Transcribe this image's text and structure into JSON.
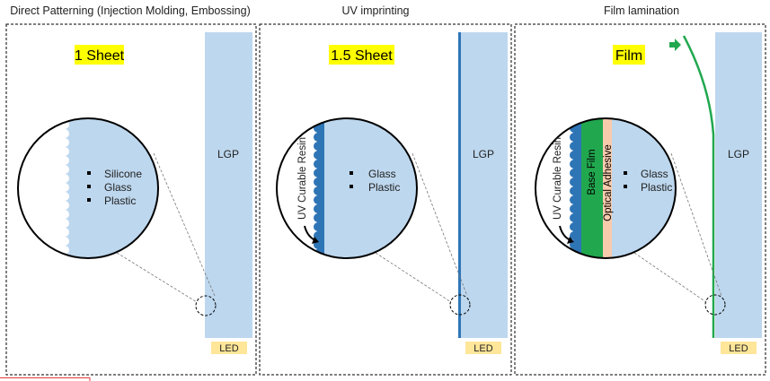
{
  "colors": {
    "lgp": "#bdd7ee",
    "led": "#ffe699",
    "highlight": "#ffff00",
    "resin": "#2e75b6",
    "base_film": "#21a84f",
    "optical_adhesive": "#f8cbad",
    "film_line": "#21a84f",
    "frame": "#000000",
    "red_mark": "#e03a3a"
  },
  "panels": [
    {
      "heading": "Direct Patterning (Injection Molding, Embossing)",
      "badge": "1 Sheet",
      "lgp_label": "LGP",
      "led_label": "LED",
      "materials": [
        "Silicone",
        "Glass",
        "Plastic"
      ]
    },
    {
      "heading": "UV imprinting",
      "badge": "1.5 Sheet",
      "lgp_label": "LGP",
      "led_label": "LED",
      "resin_label": "UV Curable Resin",
      "materials": [
        "Glass",
        "Plastic"
      ]
    },
    {
      "heading": "Film lamination",
      "badge": "Film",
      "lgp_label": "LGP",
      "led_label": "LED",
      "resin_label": "UV Curable Resin",
      "base_film_label": "Base Film",
      "adhesive_label": "Optical Adhesive",
      "materials": [
        "Glass",
        "Plastic"
      ]
    }
  ]
}
